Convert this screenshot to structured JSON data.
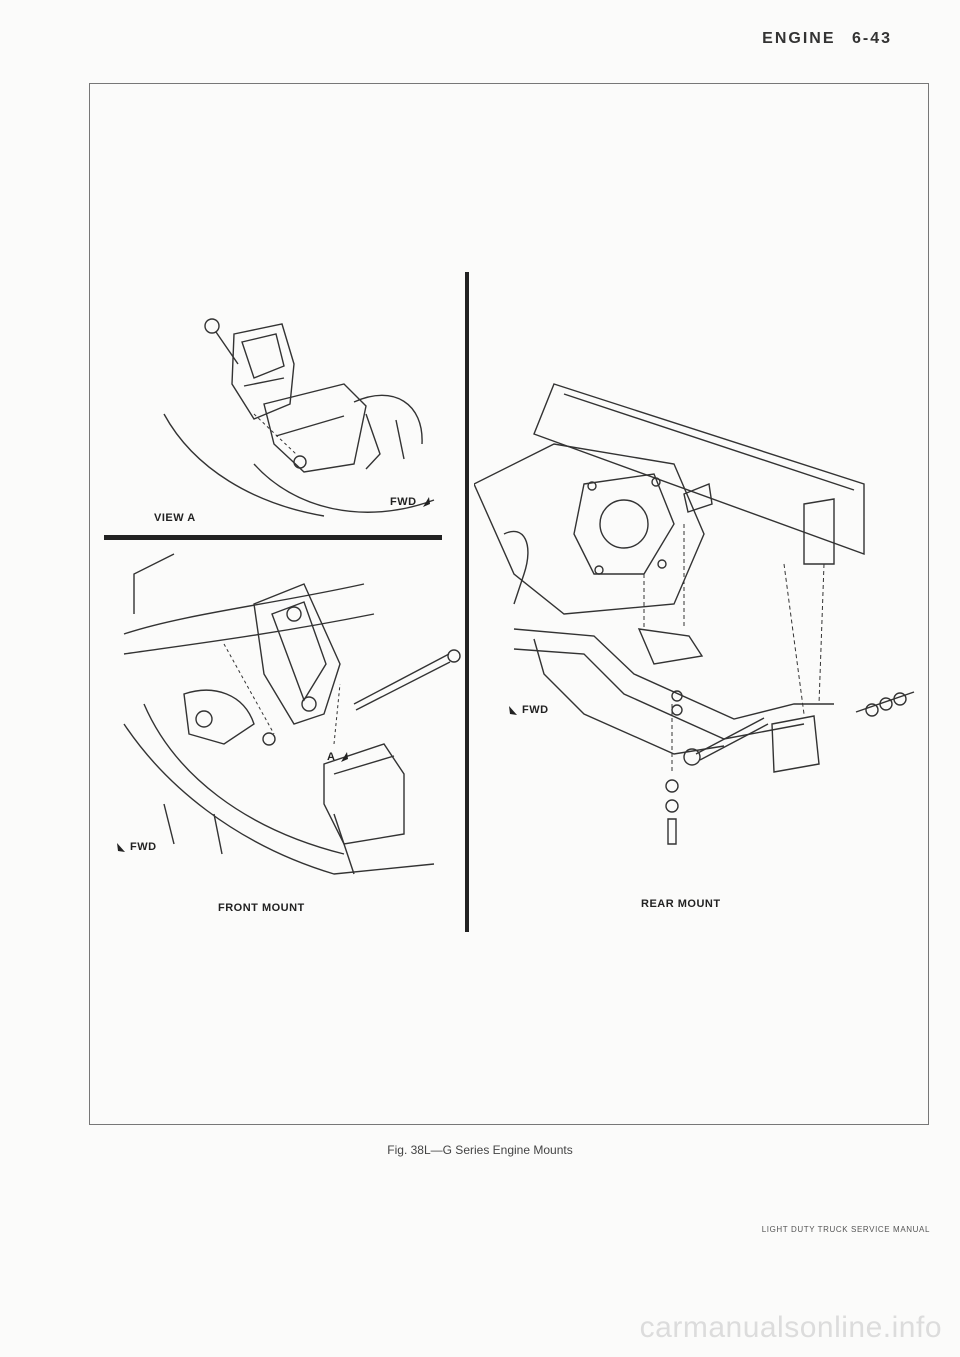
{
  "header": {
    "section": "ENGINE",
    "page": "6-43"
  },
  "figure": {
    "labels": {
      "view_a": "VIEW A",
      "front_mount": "FRONT MOUNT",
      "rear_mount": "REAR MOUNT",
      "fwd": "FWD",
      "view_marker": "A"
    },
    "caption": "Fig. 38L—G Series Engine Mounts"
  },
  "footer": {
    "manual": "LIGHT DUTY TRUCK SERVICE MANUAL"
  },
  "watermark": "carmanualsonline.info"
}
